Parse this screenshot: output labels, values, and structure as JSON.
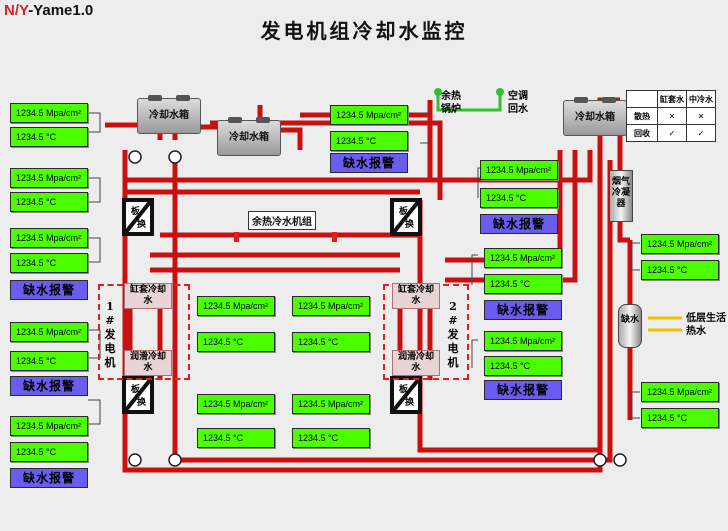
{
  "brand": {
    "prefix": "N/Y",
    "suffix": "-Yame1.0"
  },
  "title": "发电机组冷却水监控",
  "displays": {
    "pressure": "1234.5  Mpa/cm²",
    "temperature": "1234.5    °C"
  },
  "alarm_label": "缺水报警",
  "tanks": {
    "cooling_tank": "冷却水箱"
  },
  "heat_exchanger": {
    "top": "板",
    "bottom": "换"
  },
  "generator_1": {
    "label": "1#发电机",
    "upper_unit": "缸套冷却水",
    "lower_unit": "润滑冷却水"
  },
  "generator_2": {
    "label": "2#发电机",
    "upper_unit": "缸套冷却水",
    "lower_unit": "润滑冷却水"
  },
  "waste_heat_unit": "余热冷水机组",
  "waste_heat_boiler": "余热锅炉",
  "ac_return": "空调回水",
  "flue_condenser": "烟气冷凝器",
  "water_tank": "缺水",
  "domestic_hot_water": "低层生活热水",
  "legend": {
    "headers": [
      "缸套水",
      "中冷水"
    ],
    "rows": [
      {
        "label": "散热",
        "values": [
          "✕",
          "✕"
        ]
      },
      {
        "label": "回收",
        "values": [
          "✓",
          "✓"
        ]
      }
    ]
  },
  "colors": {
    "pipe": "#c81010",
    "display": "#4cff00",
    "alarm": "#6b5cf0",
    "green_pipe": "#2ec42e",
    "yellow_pipe": "#f2c200"
  }
}
